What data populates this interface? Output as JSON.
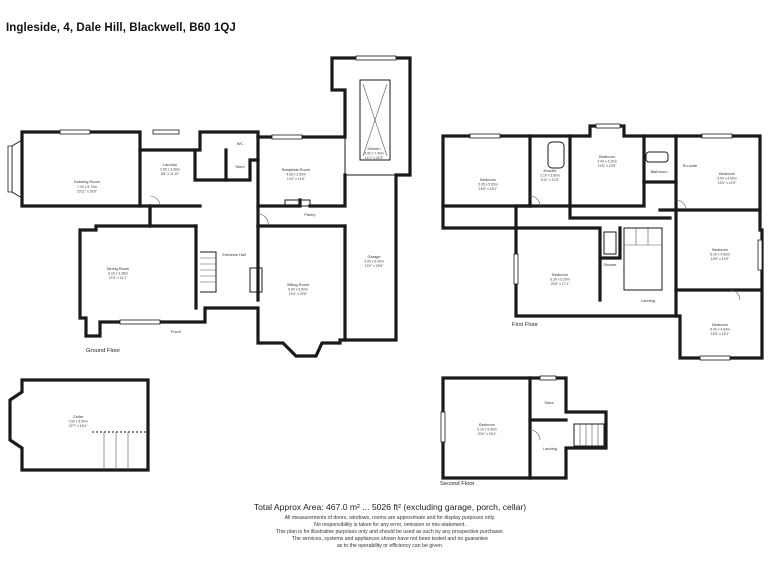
{
  "title": "Ingleside, 4, Dale Hill, Blackwell, B60 1QJ",
  "floors": {
    "ground": "Ground Floor",
    "first": "First Floor",
    "second": "Second Floor"
  },
  "rooms": {
    "drawing_room": {
      "name": "Drawing Room",
      "metric": "7.00 x 5.70m",
      "imperial": "23'11\" x 18'8\""
    },
    "laundry": {
      "name": "Laundry",
      "metric": "2.65 x 3.66m",
      "imperial": "8'8\" x 11'10\""
    },
    "wc": {
      "name": "WC"
    },
    "store": {
      "name": "Store"
    },
    "breakfast_room": {
      "name": "Breakfast Room",
      "metric": "4.36 x 3.50m",
      "imperial": "14'4\" x 11'6\""
    },
    "kitchen": {
      "name": "Kitchen",
      "metric": "4.30 x 7.40m",
      "imperial": "14'1\" x 24'3\""
    },
    "pantry": {
      "name": "Pantry"
    },
    "dining_room": {
      "name": "Dining Room",
      "metric": "6.16 x 3.28m",
      "imperial": "20'3\" x 11'1\""
    },
    "entrance_hall": {
      "name": "Entrance Hall"
    },
    "sitting_room": {
      "name": "Sitting Room",
      "metric": "5.90 x 6.90m",
      "imperial": "19'4\" x 22'8\""
    },
    "garage": {
      "name": "Garage",
      "metric": "4.00 x 9.00m",
      "imperial": "13'2\" x 29'6\""
    },
    "porch": {
      "name": "Porch"
    },
    "cellar": {
      "name": "Cellar",
      "metric": "7.50 x 5.50m",
      "imperial": "22'7\" x 18'4\""
    },
    "bedroom_fl_1": {
      "name": "Bedroom",
      "metric": "5.05 x 5.50m",
      "imperial": "16'6\" x 18'1\""
    },
    "ensuite": {
      "name": "Ensuite",
      "metric": "2.10 x 3.80m",
      "imperial": "6'11\" x 12'5\""
    },
    "bedroom_fl_2": {
      "name": "Bedroom",
      "metric": "4.40 x 4.20m",
      "imperial": "14'5\" x 13'9\""
    },
    "bathroom": {
      "name": "Bathroom"
    },
    "en_suite": {
      "name": "En-suite"
    },
    "bedroom_fl_3": {
      "name": "Bedroom",
      "metric": "5.00 x 4.50m",
      "imperial": "16'5\" x 14'9\""
    },
    "bedroom_fl_4": {
      "name": "Bedroom",
      "metric": "6.30 x 5.20m",
      "imperial": "20'8\" x 17'1\""
    },
    "shower": {
      "name": "Shower"
    },
    "landing_first": {
      "name": "Landing"
    },
    "bedroom_fl_5": {
      "name": "Bedroom",
      "metric": "5.00 x 4.50m",
      "imperial": "16'5\" x 14'9\""
    },
    "bedroom_fl_6": {
      "name": "Bedroom",
      "metric": "5.00 x 4.60m",
      "imperial": "16'5\" x 15'1\""
    },
    "bedroom_sf": {
      "name": "Bedroom",
      "metric": "6.10 x 5.60m",
      "imperial": "20'0\" x 18'4\""
    },
    "store_sf": {
      "name": "Store"
    },
    "landing_second": {
      "name": "Landing"
    }
  },
  "footer": {
    "total_area": "Total Approx Area: 467.0 m² ... 5026 ft² (excluding garage, porch, cellar)",
    "note1": "All measurements of doors, windows, rooms are approximate and for display purposes only.",
    "note2": "No responsibility is taken for any error, omission or mis-statement.",
    "note3": "This plan is for illustrative purposes only and should be used as such by any prospective purchaser.",
    "note4": "The services, systems and appliances shown have not been tested and no guarantee",
    "note5": "as to the operability or efficiency can be given."
  }
}
